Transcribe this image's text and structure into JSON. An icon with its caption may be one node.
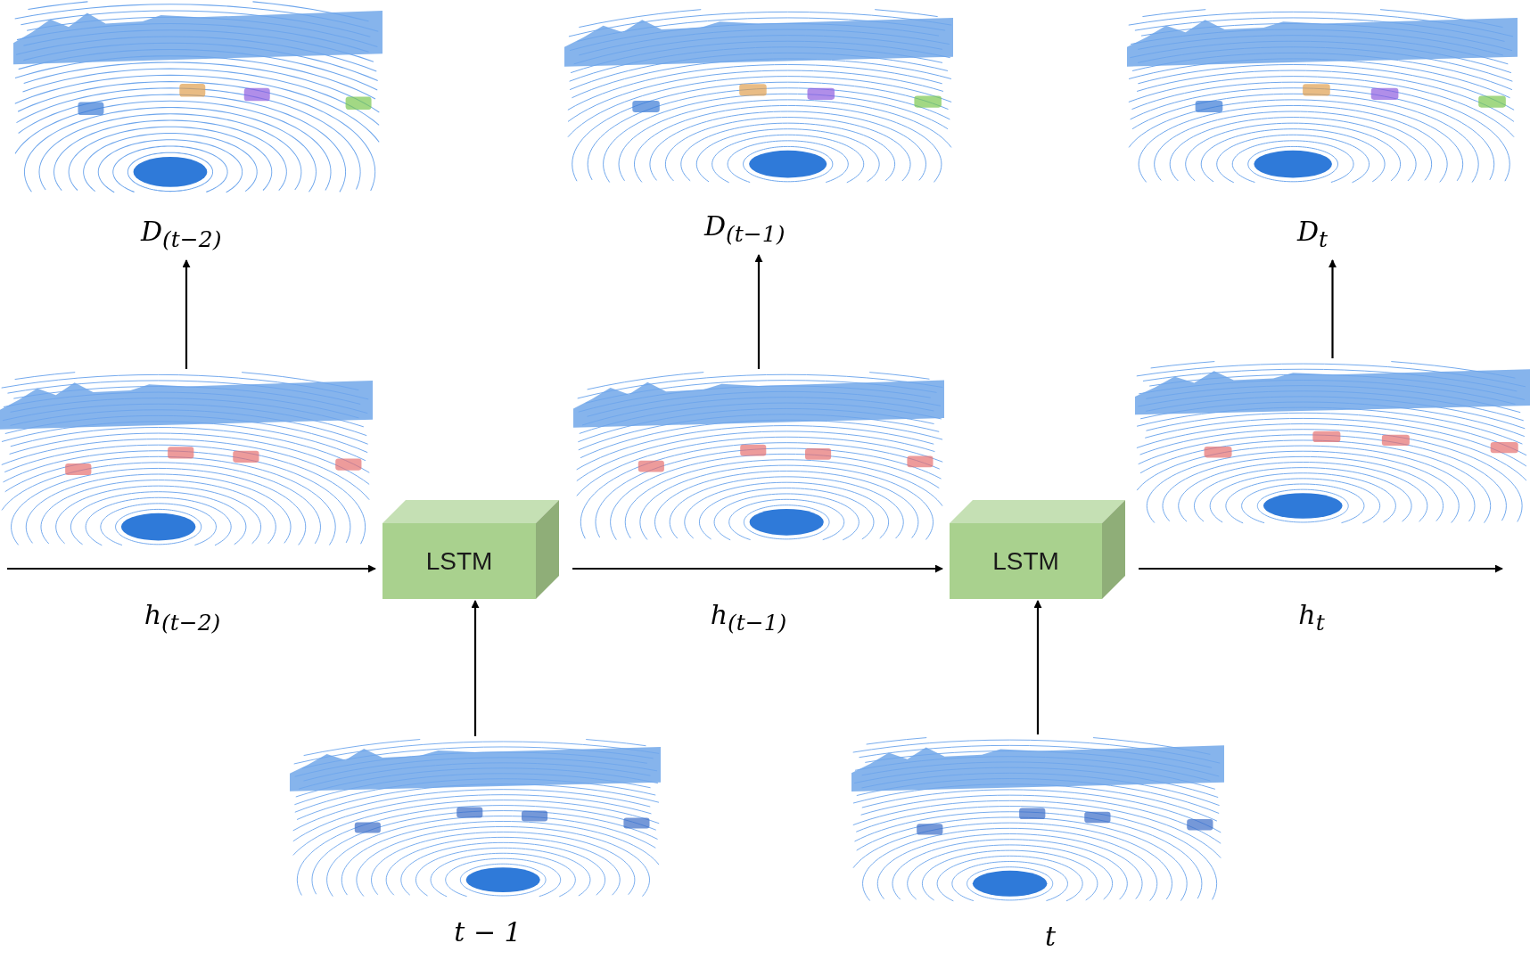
{
  "diagram": {
    "nodes": [
      {
        "text": [],
        "shape": "picture"
      },
      {
        "text": [],
        "shape": "picture"
      },
      {
        "text": [],
        "shape": "picture"
      },
      {
        "text": [
          "D$_{(t−2)}$"
        ]
      },
      {
        "text": [
          "D$_{(t−1)}$"
        ]
      },
      {
        "text": [
          "D$_{t}$"
        ]
      },
      {
        "text": [],
        "shape": "picture"
      },
      {
        "text": [],
        "shape": "picture"
      },
      {
        "text": [],
        "shape": "picture"
      },
      {
        "text": [
          "LSTM"
        ]
      },
      {
        "text": [
          "LSTM"
        ]
      },
      {
        "text": [],
        "shape": "picture",
        "beside": [
          "t − 1"
        ]
      },
      {
        "text": [],
        "shape": "picture",
        "beside": [
          "t"
        ]
      }
    ],
    "edges": [
      {
        "from": 6,
        "to": 3,
        "arrow": "to"
      },
      {
        "from": 7,
        "to": 4,
        "arrow": "to"
      },
      {
        "from": 8,
        "to": 5,
        "arrow": "to"
      },
      {
        "from": null,
        "to": 9,
        "arrow": "to",
        "label": "h$_{(t−2)}$"
      },
      {
        "from": 9,
        "to": 10,
        "arrow": "to",
        "label": "h$_{(t−1)}$"
      },
      {
        "from": 10,
        "to": null,
        "arrow": "to",
        "label": "h$_{t}$"
      },
      {
        "from": 11,
        "to": 9,
        "arrow": "to"
      },
      {
        "from": 12,
        "to": 10,
        "arrow": "to"
      }
    ]
  }
}
